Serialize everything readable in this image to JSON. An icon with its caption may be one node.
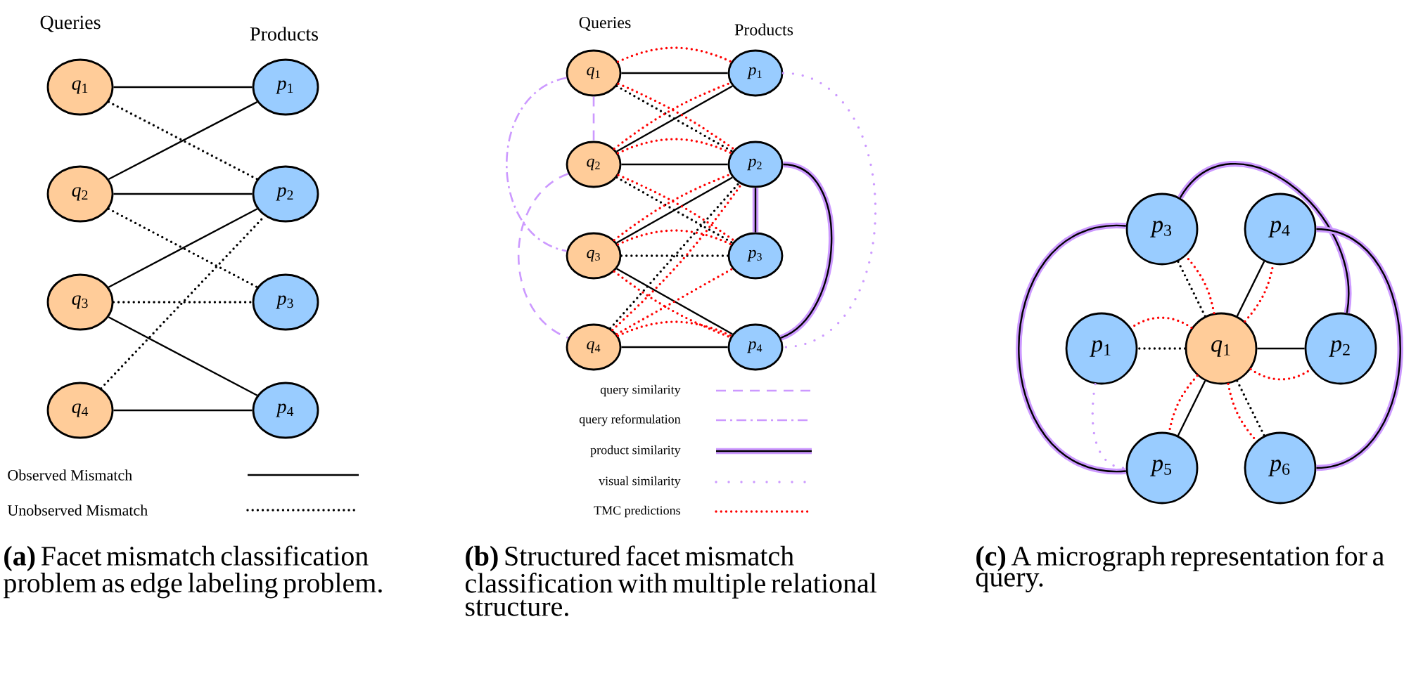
{
  "diagram": {
    "nodes": [
      {
        "text": [
          "*q*$_{1}$"
        ]
      },
      {
        "text": [
          "*q*$_{2}$"
        ]
      },
      {
        "text": [
          "*q*$_{3}$"
        ]
      },
      {
        "text": [
          "*q*$_{4}$"
        ]
      },
      {
        "text": [
          "*p*$_{1}$"
        ]
      },
      {
        "text": [
          "*p*$_{2}$"
        ]
      },
      {
        "text": [
          "*p*$_{3}$"
        ]
      },
      {
        "text": [
          "*p*$_{4}$"
        ]
      },
      {
        "text": [
          "*q*$_{1}$"
        ]
      },
      {
        "text": [
          "*q*$_{2}$"
        ]
      },
      {
        "text": [
          "*q*$_{3}$"
        ]
      },
      {
        "text": [
          "*q*$_{4}$"
        ]
      },
      {
        "text": [
          "*p*$_{1}$"
        ]
      },
      {
        "text": [
          "*p*$_{2}$"
        ]
      },
      {
        "text": [
          "*p*$_{3}$"
        ]
      },
      {
        "text": [
          "*p*$_{4}$"
        ]
      },
      {
        "text": [
          "*p*$_{3}$"
        ]
      },
      {
        "text": [
          "*p*$_{4}$"
        ]
      },
      {
        "text": [
          "*p*$_{1}$"
        ]
      },
      {
        "text": [
          "*q*$_{1}$"
        ]
      },
      {
        "text": [
          "*p*$_{2}$"
        ]
      },
      {
        "text": [
          "*p*$_{5}$"
        ]
      },
      {
        "text": [
          "*p*$_{6}$"
        ]
      }
    ],
    "edges": [
      {
        "from": 0,
        "to": 4,
        "arrow": "none"
      },
      {
        "from": 1,
        "to": 4,
        "arrow": "none"
      },
      {
        "from": 1,
        "to": 5,
        "arrow": "none"
      },
      {
        "from": 2,
        "to": 5,
        "arrow": "none"
      },
      {
        "from": 2,
        "to": 7,
        "arrow": "none"
      },
      {
        "from": 3,
        "to": 7,
        "arrow": "none"
      },
      {
        "from": 0,
        "to": 5,
        "arrow": "none",
        "style": "dashed"
      },
      {
        "from": 1,
        "to": 6,
        "arrow": "none",
        "style": "dashed"
      },
      {
        "from": 2,
        "to": 6,
        "arrow": "none",
        "style": "dashed"
      },
      {
        "from": 3,
        "to": 5,
        "arrow": "none",
        "style": "dashed"
      },
      {
        "from": 8,
        "to": 12,
        "arrow": "none"
      },
      {
        "from": 9,
        "to": 12,
        "arrow": "none"
      },
      {
        "from": 9,
        "to": 13,
        "arrow": "none"
      },
      {
        "from": 10,
        "to": 13,
        "arrow": "none"
      },
      {
        "from": 10,
        "to": 15,
        "arrow": "none"
      },
      {
        "from": 11,
        "to": 15,
        "arrow": "none"
      },
      {
        "from": 8,
        "to": 13,
        "arrow": "none",
        "style": "dashed"
      },
      {
        "from": 9,
        "to": 14,
        "arrow": "none",
        "style": "dashed"
      },
      {
        "from": 10,
        "to": 14,
        "arrow": "none",
        "style": "dashed"
      },
      {
        "from": 11,
        "to": 13,
        "arrow": "none",
        "style": "dashed"
      },
      {
        "from": 8,
        "to": 12,
        "arrow": "none",
        "style": "dashed",
        "color": "#ff0000"
      },
      {
        "from": 8,
        "to": 13,
        "arrow": "none",
        "style": "dashed",
        "color": "#ff0000"
      },
      {
        "from": 9,
        "to": 12,
        "arrow": "none",
        "style": "dashed",
        "color": "#ff0000"
      },
      {
        "from": 9,
        "to": 13,
        "arrow": "none",
        "style": "dashed",
        "color": "#ff0000"
      },
      {
        "from": 9,
        "to": 14,
        "arrow": "none",
        "style": "dashed",
        "color": "#ff0000"
      },
      {
        "from": 10,
        "to": 13,
        "arrow": "none",
        "style": "dashed",
        "color": "#ff0000"
      },
      {
        "from": 10,
        "to": 14,
        "arrow": "none",
        "style": "dashed",
        "color": "#ff0000"
      },
      {
        "from": 10,
        "to": 15,
        "arrow": "none",
        "style": "dashed",
        "color": "#ff0000"
      },
      {
        "from": 11,
        "to": 13,
        "arrow": "none",
        "style": "dashed",
        "color": "#ff0000"
      },
      {
        "from": 11,
        "to": 14,
        "arrow": "none",
        "style": "dashed",
        "color": "#ff0000"
      },
      {
        "from": 11,
        "to": 15,
        "arrow": "none",
        "style": "dashed",
        "color": "#ff0000"
      },
      {
        "from": 8,
        "to": 9,
        "arrow": "none",
        "style": "dashed",
        "color": "#cc99ff"
      },
      {
        "from": 9,
        "to": 11,
        "arrow": "none",
        "style": "dashed",
        "color": "#cc99ff"
      },
      {
        "from": 8,
        "to": 10,
        "arrow": "none",
        "style": "dashed",
        "color": "#cc99ff"
      },
      {
        "from": 13,
        "to": 14,
        "arrow": "none",
        "style": "thick",
        "color": "#cc99ff"
      },
      {
        "from": 13,
        "to": 15,
        "arrow": "none",
        "style": "thick",
        "color": "#cc99ff"
      },
      {
        "from": 12,
        "to": 15,
        "arrow": "none",
        "style": "dashed",
        "color": "#cc99ff"
      },
      {
        "from": 19,
        "to": 18,
        "arrow": "none",
        "style": "dashed"
      },
      {
        "from": 19,
        "to": 20,
        "arrow": "none"
      },
      {
        "from": 19,
        "to": 16,
        "arrow": "none",
        "style": "dashed"
      },
      {
        "from": 19,
        "to": 17,
        "arrow": "none"
      },
      {
        "from": 19,
        "to": 21,
        "arrow": "none"
      },
      {
        "from": 19,
        "to": 22,
        "arrow": "none",
        "style": "dashed"
      },
      {
        "from": 19,
        "to": 18,
        "arrow": "none",
        "style": "dashed",
        "color": "#ff0000"
      },
      {
        "from": 19,
        "to": 20,
        "arrow": "none",
        "style": "dashed",
        "color": "#ff0000"
      },
      {
        "from": 19,
        "to": 16,
        "arrow": "none",
        "style": "dashed",
        "color": "#ff0000"
      },
      {
        "from": 19,
        "to": 17,
        "arrow": "none",
        "style": "dashed",
        "color": "#ff0000"
      },
      {
        "from": 19,
        "to": 21,
        "arrow": "none",
        "style": "dashed",
        "color": "#ff0000"
      },
      {
        "from": 19,
        "to": 22,
        "arrow": "none",
        "style": "dashed",
        "color": "#ff0000"
      },
      {
        "from": 16,
        "to": 21,
        "arrow": "none",
        "style": "thick",
        "color": "#cc99ff"
      },
      {
        "from": 16,
        "to": 20,
        "arrow": "none",
        "style": "thick",
        "color": "#cc99ff"
      },
      {
        "from": 17,
        "to": 22,
        "arrow": "none",
        "style": "thick",
        "color": "#cc99ff"
      },
      {
        "from": 18,
        "to": 21,
        "arrow": "none",
        "style": "dashed",
        "color": "#cc99ff"
      }
    ],
    "labels": [
      "Queries",
      "Products",
      "Queries",
      "Products",
      "**(a)** Facet mismatch classification problem as edge labeling problem.",
      "**(b)** Structured facet mismatch classification with multiple relational structure.",
      "**(c)** A micrograph representation for a query."
    ],
    "legend": [
      {
        "text": "Observed Mismatch"
      },
      {
        "text": "Unobserved Mismatch"
      },
      {
        "text": "query similarity"
      },
      {
        "text": "query reformulation"
      },
      {
        "text": "product similarity"
      },
      {
        "text": "visual similarity"
      },
      {
        "text": "TMC predictions"
      }
    ]
  }
}
